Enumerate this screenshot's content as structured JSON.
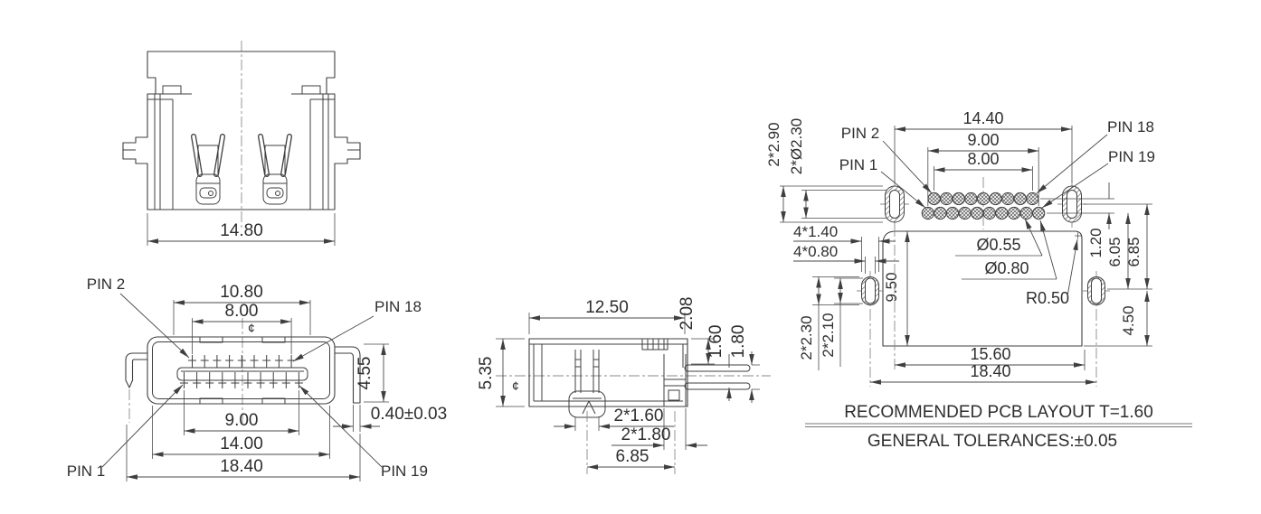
{
  "colors": {
    "line": "#3f3f3f",
    "text": "#2e2e2e",
    "background": "#ffffff",
    "centerline": "#8a8a8a"
  },
  "rear_view": {
    "dims": {
      "overall_width": "14.80"
    }
  },
  "front_view": {
    "pin_labels": {
      "pin2": "PIN 2",
      "pin18": "PIN 18",
      "pin1": "PIN 1",
      "pin19": "PIN 19"
    },
    "dims": {
      "shell_top_width": "10.80",
      "top_row_span": "8.00",
      "center_mark": "¢",
      "shell_height": "4.55",
      "foot_thickness": "0.40±0.03",
      "bottom_row_span": "9.00",
      "inner_width": "14.00",
      "overall_width": "18.40"
    }
  },
  "side_view": {
    "dims": {
      "depth": "12.50",
      "top_offset": "2.08",
      "pad_inner": "1.60",
      "pad_outer": "1.80",
      "height": "5.35",
      "center_mark": "¢",
      "mid_leg_width": "2*1.60",
      "rear_leg_width": "2*1.80",
      "leg_pitch": "6.85"
    }
  },
  "pcb_layout": {
    "pin_labels": {
      "pin2": "PIN 2",
      "pin1": "PIN 1",
      "pin18": "PIN 18",
      "pin19": "PIN 19"
    },
    "dims": {
      "slot_height": "2*2.90",
      "slot_hole_height": "2*Ø2.30",
      "slot_span": "14.40",
      "bottom_row_span": "9.00",
      "top_row_span": "8.00",
      "lug_width": "4*1.40",
      "lug_hole_width": "4*0.80",
      "hole_dia": "Ø0.55",
      "pad_dia": "Ø0.80",
      "body_depth": "9.50",
      "lug_height": "2*2.30",
      "lug_hole_height": "2*2.10",
      "corner_radius": "R0.50",
      "row_offset": "1.20",
      "row_to_lug": "6.05",
      "slot_to_lug": "6.85",
      "lug_to_edge": "4.50",
      "body_span": "15.60",
      "lug_span": "18.40"
    },
    "notes": {
      "line1": "RECOMMENDED PCB LAYOUT T=1.60",
      "line2": "GENERAL TOLERANCES:±0.05"
    }
  }
}
